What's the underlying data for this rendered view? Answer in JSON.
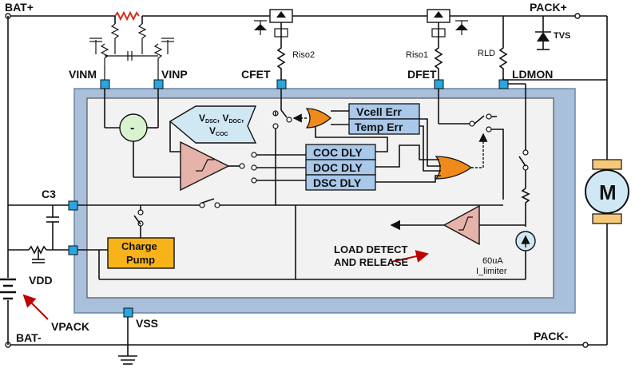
{
  "nodes": {
    "bat_plus": "BAT+",
    "bat_minus": "BAT-",
    "pack_plus": "PACK+",
    "pack_minus": "PACK-",
    "vpack": "VPACK",
    "c3": "C3",
    "vdd": "VDD",
    "vss": "VSS"
  },
  "pins": {
    "vinm": "VINM",
    "vinp": "VINP",
    "cfet": "CFET",
    "dfet": "DFET",
    "ldmon": "LDMON"
  },
  "components": {
    "tvs": "TVS",
    "riso2": "Riso2",
    "riso1": "Riso1",
    "rld": "RLD",
    "motor": "M"
  },
  "blocks": {
    "vcell_err": "Vcell Err",
    "temp_err": "Temp Err",
    "coc_dly": "COC DLY",
    "doc_dly": "DOC DLY",
    "dsc_dly": "DSC DLY",
    "charge_pump_1": "Charge",
    "charge_pump_2": "Pump",
    "subtractor": "-",
    "thresholds": {
      "dsc_main": "V",
      "dsc_sub": "DSC",
      "doc_main": "V",
      "doc_sub": "DOC",
      "coc_main": "V",
      "coc_sub": "COC"
    },
    "current_source_1": "60uA",
    "current_source_2": "I_limiter"
  },
  "annotations": {
    "load_detect_1": "LOAD DETECT",
    "load_detect_2": "AND RELEASE"
  },
  "colors": {
    "ic_outer": "#a9bfda",
    "ic_inner": "#f2f2f2",
    "pin": "#27a6e0",
    "dly_block": "#a9c8ea",
    "or_gate": "#f08a1a",
    "comparator": "#e6b3ab",
    "subtractor": "#d9f2d0",
    "charge_pump": "#f8b31a",
    "threshold_box": "#cfe8f3",
    "arrow_red": "#c00000",
    "resistor_red": "#d03020"
  }
}
